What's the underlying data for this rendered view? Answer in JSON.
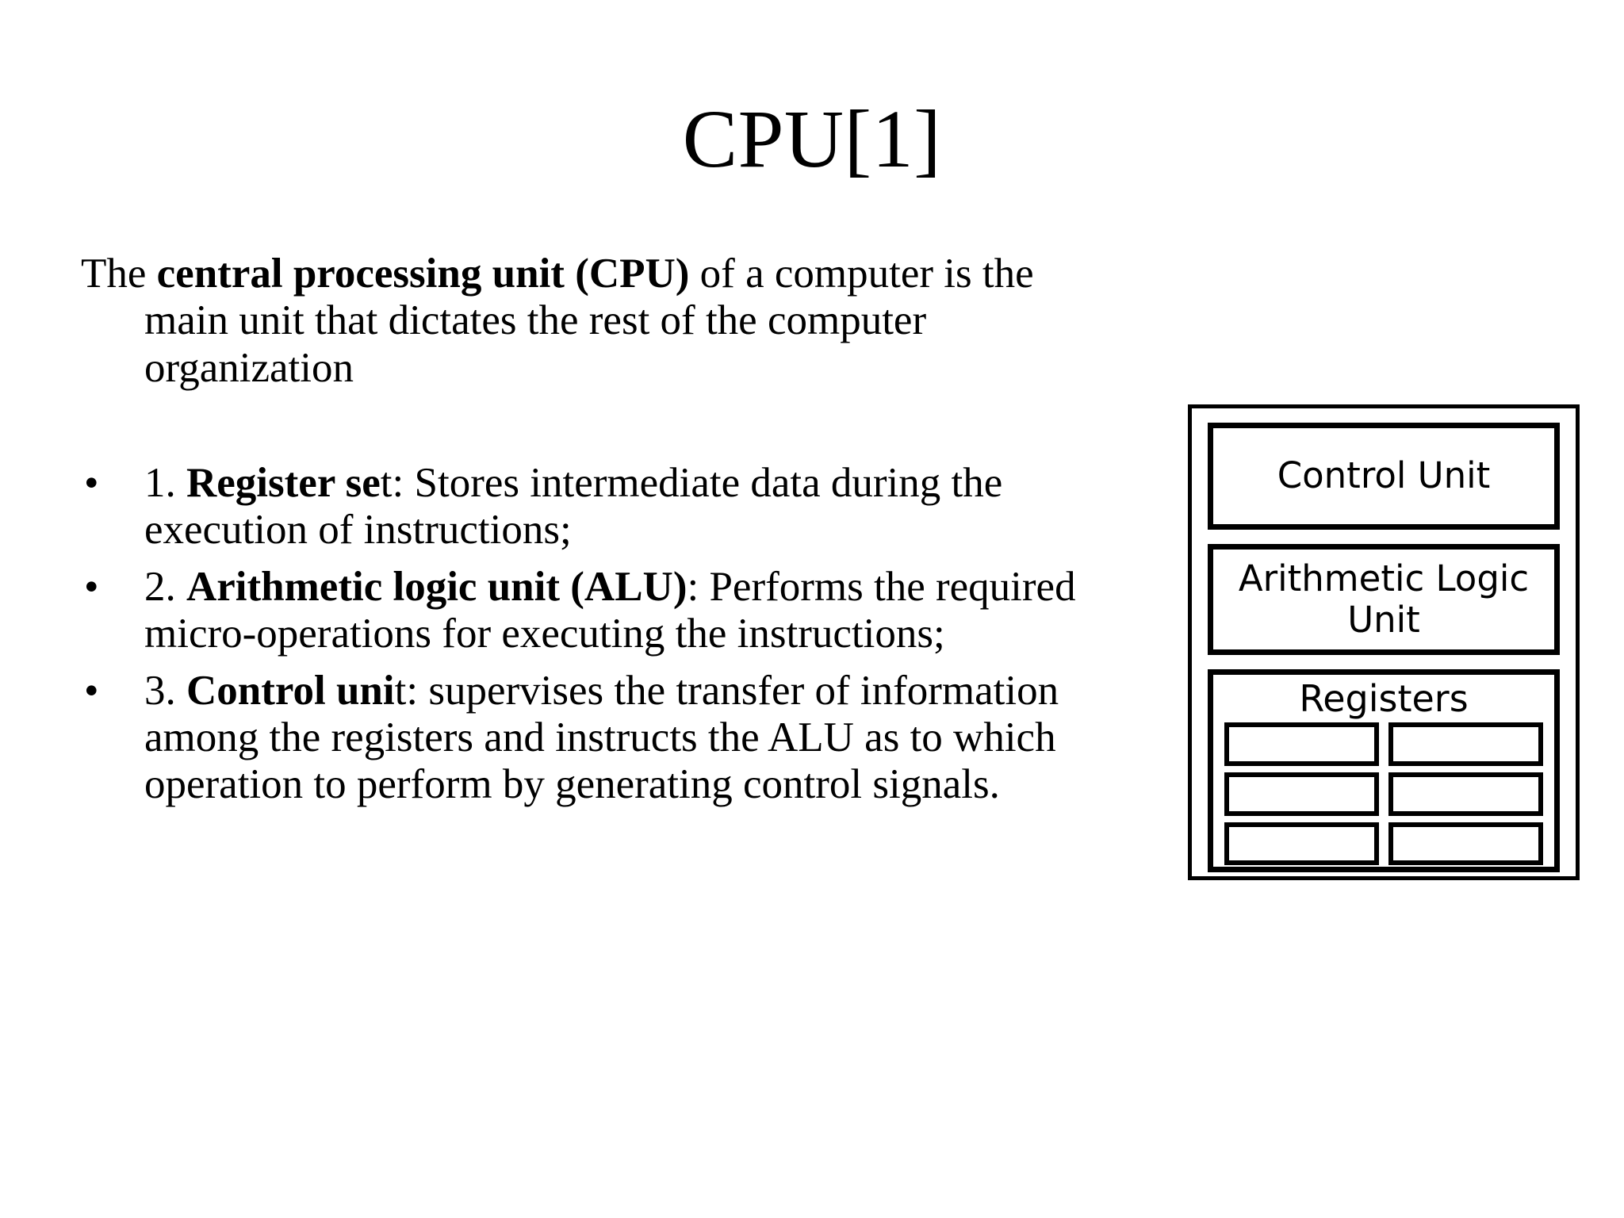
{
  "slide": {
    "title": "CPU[1]",
    "background_color": "#ffffff",
    "text_color": "#000000"
  },
  "intro": {
    "lead": "The ",
    "bold_term": "central processing unit (CPU)",
    "rest": " of a computer is the main unit that dictates the rest of the computer organization"
  },
  "bullets": [
    {
      "marker": "•",
      "number": "1. ",
      "bold_term": "Register se",
      "rest": "t: Stores intermediate data during the execution of instructions;"
    },
    {
      "marker": "•",
      "number": "2. ",
      "bold_term": "Arithmetic logic unit (ALU)",
      "rest": ": Performs the required micro-operations for executing the instructions;"
    },
    {
      "marker": "•",
      "number": "3. ",
      "bold_term": "Control uni",
      "rest": "t: supervises the transfer of information among the registers and instructs the ALU as to which operation to perform by generating control signals."
    }
  ],
  "diagram": {
    "control_unit_label": "Control Unit",
    "alu_label": "Arithmetic Logic Unit",
    "registers_label": "Registers",
    "register_cells": [
      "",
      "",
      "",
      "",
      "",
      ""
    ],
    "border_color": "#000000"
  }
}
